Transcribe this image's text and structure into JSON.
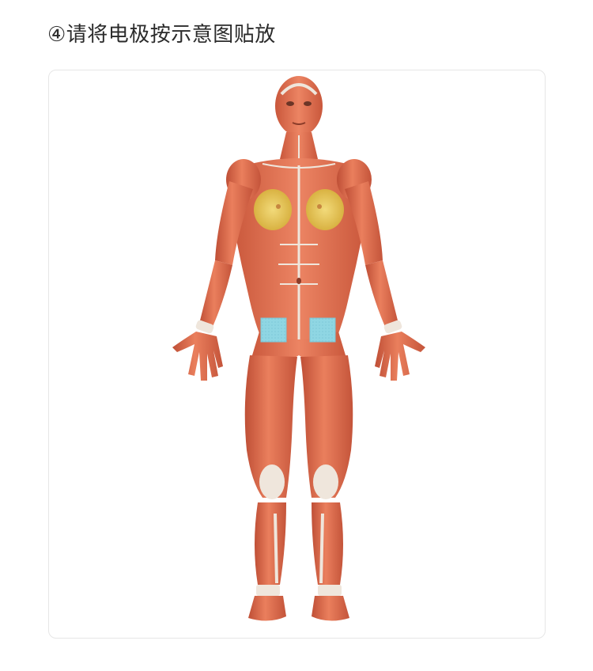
{
  "header": {
    "title": "④请将电极按示意图贴放"
  },
  "figure": {
    "image_description_name": "anatomy-figure",
    "electrode_pad_color": "#8fd6e3",
    "muscle_color": "#e2714f",
    "tendon_color": "#efe6dc",
    "breast_color": "#e7c85a",
    "electrode_count": 2
  }
}
